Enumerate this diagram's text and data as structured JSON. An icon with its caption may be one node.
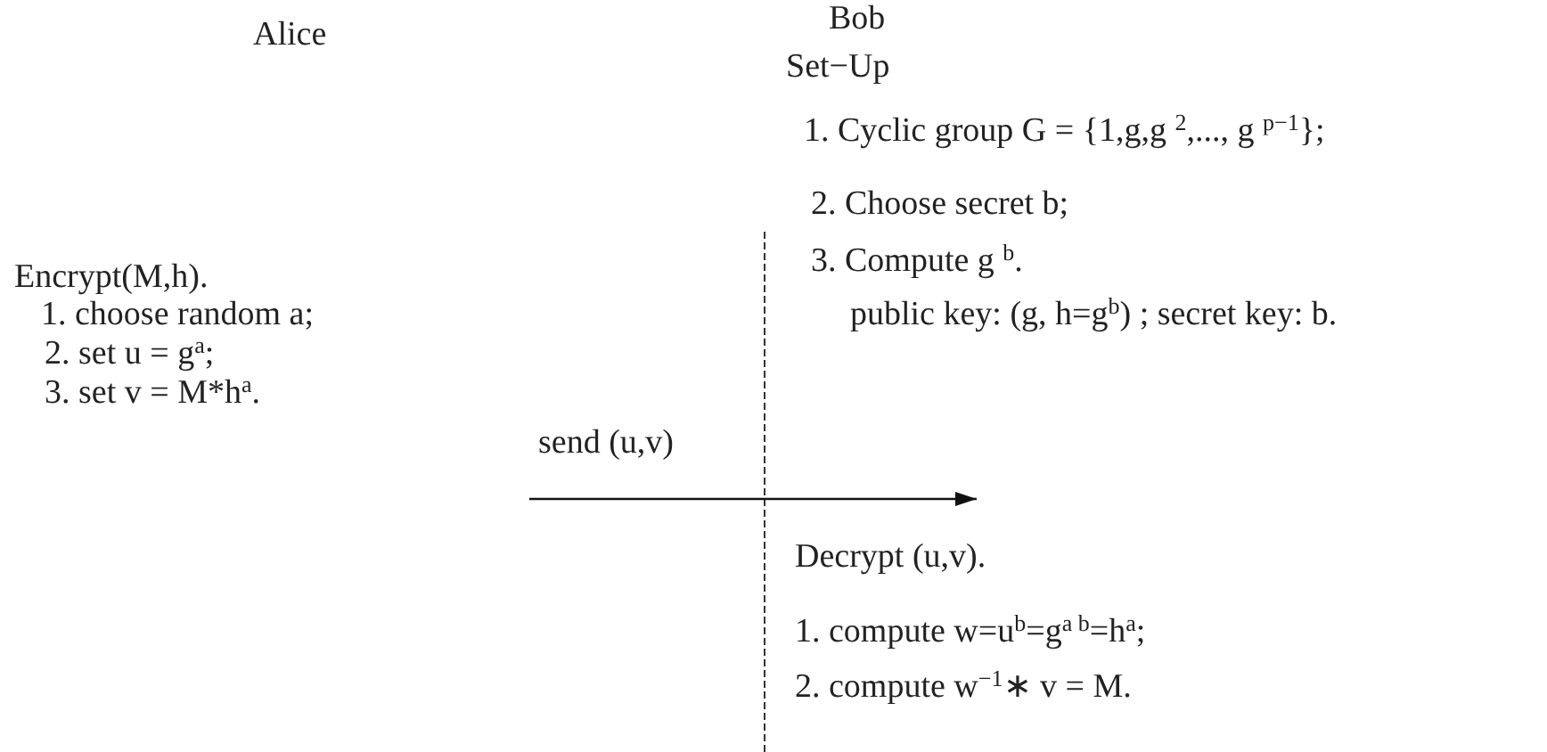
{
  "diagram": {
    "labels": [
      "Alice",
      "Bob",
      "Set−Up",
      "1. Cyclic group G = {1,g,g $^{2}$,..., g $^{p−1}$};",
      "2. Choose secret b;",
      "3. Compute g $^{b}$.",
      "public key: (g, h=g$^{b}$) ; secret key: b.",
      "Encrypt(M,h).",
      "1. choose random a;",
      "2. set u = g$^{a}$;",
      "3. set v = M*h$^{a}$.",
      "send (u,v)",
      "Decrypt (u,v).",
      "1. compute w=u$^{b}$=g$^{a b}$=h$^{a}$;",
      "2. compute w$^{−1}$∗ v = M."
    ]
  }
}
